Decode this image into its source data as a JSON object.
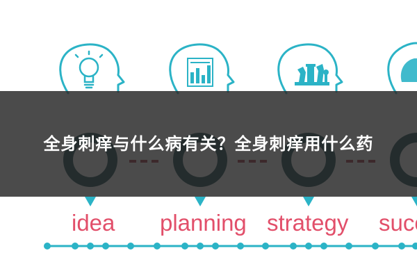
{
  "banner": {
    "title": "全身刺痒与什么病有关？全身刺痒用什么药"
  },
  "infographic": {
    "colors": {
      "teal": "#2bb3c6",
      "dark_teal": "#0f3d44",
      "dash_red": "#a22c3a",
      "label_pink": "#e24f6a",
      "overlay": "#282828"
    },
    "stages": [
      {
        "label": "idea",
        "icon": "lightbulb-icon"
      },
      {
        "label": "planning",
        "icon": "document-chart-icon"
      },
      {
        "label": "strategy",
        "icon": "chess-pieces-icon"
      },
      {
        "label": "succ",
        "icon": "head-profile-icon"
      }
    ]
  }
}
